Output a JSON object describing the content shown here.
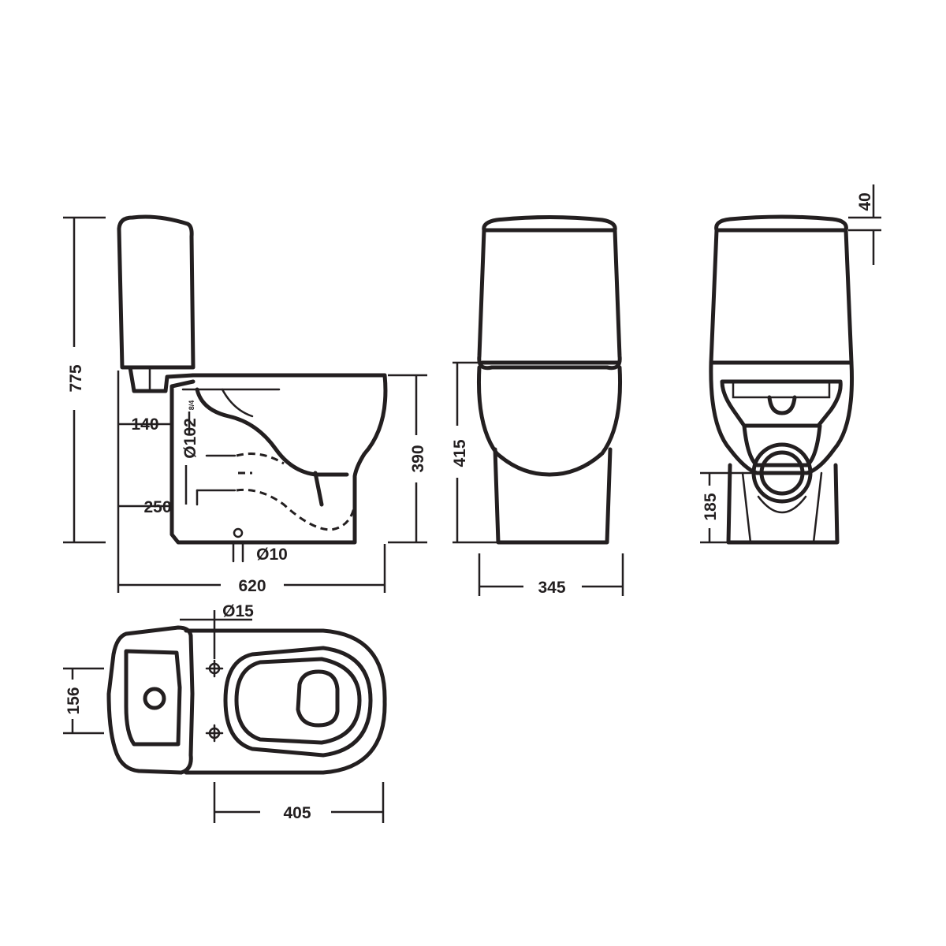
{
  "dimensions": {
    "height_total": "775",
    "inlet_height": "140",
    "outlet_diameter": "Ø102",
    "outlet_sub": "8/4",
    "outlet_height": "250",
    "bowl_height": "390",
    "fixing_bolt": "Ø10",
    "length": "620",
    "seat_height": "415",
    "width": "345",
    "lid_offset": "40",
    "rear_outlet_height": "185",
    "bolt_hole": "Ø15",
    "tank_hole_spacing": "156",
    "bowl_length": "405"
  }
}
